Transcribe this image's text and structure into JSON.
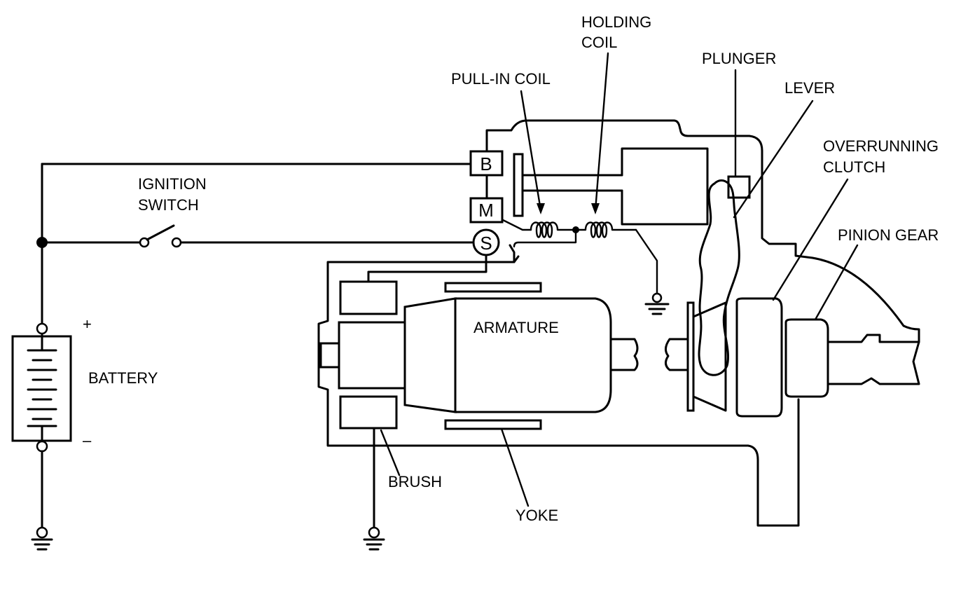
{
  "labels": {
    "holding_coil_1": "HOLDING",
    "holding_coil_2": "COIL",
    "plunger": "PLUNGER",
    "pull_in_coil": "PULL-IN COIL",
    "lever": "LEVER",
    "overrunning_clutch_1": "OVERRUNNING",
    "overrunning_clutch_2": "CLUTCH",
    "pinion_gear": "PINION GEAR",
    "ignition_switch_1": "IGNITION",
    "ignition_switch_2": "SWITCH",
    "armature": "ARMATURE",
    "battery": "BATTERY",
    "brush": "BRUSH",
    "yoke": "YOKE",
    "plus": "+",
    "minus": "–"
  },
  "terminals": {
    "b": "B",
    "m": "M",
    "s": "S"
  }
}
